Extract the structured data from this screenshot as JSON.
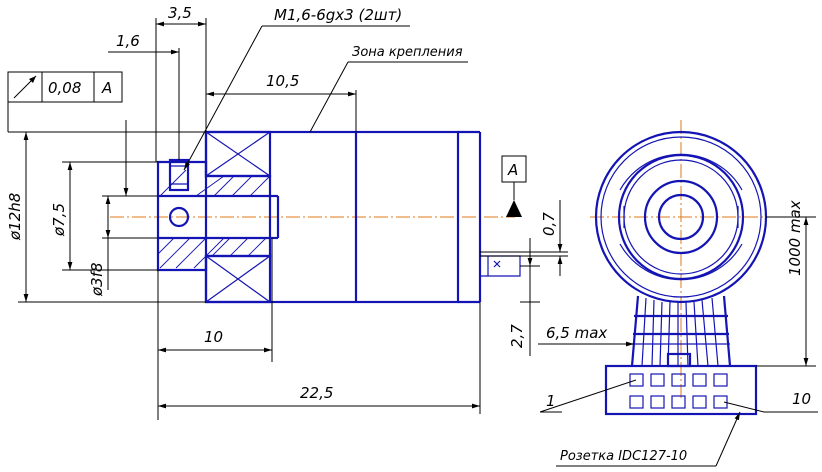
{
  "dimensions": {
    "d1": "3,5",
    "d2": "1,6",
    "d3": "10,5",
    "d4": "10",
    "d5": "22,5",
    "d6": "0,7",
    "d7": "2,7",
    "d8": "6,5 max",
    "d9": "1000 max",
    "dia1": "ø12h8",
    "dia2": "ø7,5",
    "dia3": "ø3f8"
  },
  "notes": {
    "thread": "M1,6-6gx3 (2шт)",
    "mount_zone": "Зона крепления",
    "connector": "Розетка  IDC127-10"
  },
  "tolerance_frame": {
    "value": "0,08",
    "datum": "A"
  },
  "datum_label": "A",
  "callouts": {
    "left": "1",
    "right": "10"
  },
  "colors": {
    "object": "#1414b4",
    "axis": "#e07818",
    "dimension": "#000000"
  }
}
